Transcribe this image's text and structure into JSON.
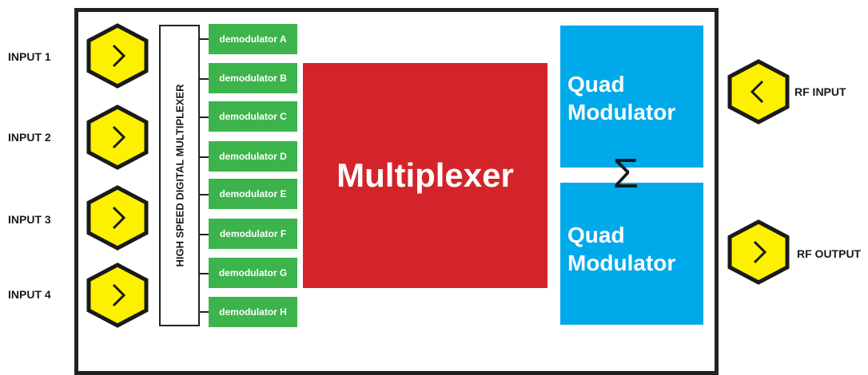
{
  "inputs": [
    {
      "label": "INPUT 1"
    },
    {
      "label": "INPUT 2"
    },
    {
      "label": "INPUT 3"
    },
    {
      "label": "INPUT 4"
    }
  ],
  "hsdm_label": "HIGH SPEED DIGITAL MULTIPLEXER",
  "demodulators": [
    "demodulator A",
    "demodulator B",
    "demodulator C",
    "demodulator D",
    "demodulator E",
    "demodulator F",
    "demodulator G",
    "demodulator H"
  ],
  "multiplexer_label": "Multiplexer",
  "quad_modulators": [
    {
      "line1": "Quad",
      "line2": "Modulator"
    },
    {
      "line1": "Quad",
      "line2": "Modulator"
    }
  ],
  "sum_symbol": "Σ",
  "rf_input_label": "RF INPUT",
  "rf_output_label": "RF OUTPUT",
  "colors": {
    "hexagon_fill": "#fdf000",
    "hexagon_stroke": "#1a1a1a",
    "demodulator": "#3cb44b",
    "multiplexer": "#d3242a",
    "quad_modulator": "#00a9ea",
    "frame": "#222222"
  }
}
